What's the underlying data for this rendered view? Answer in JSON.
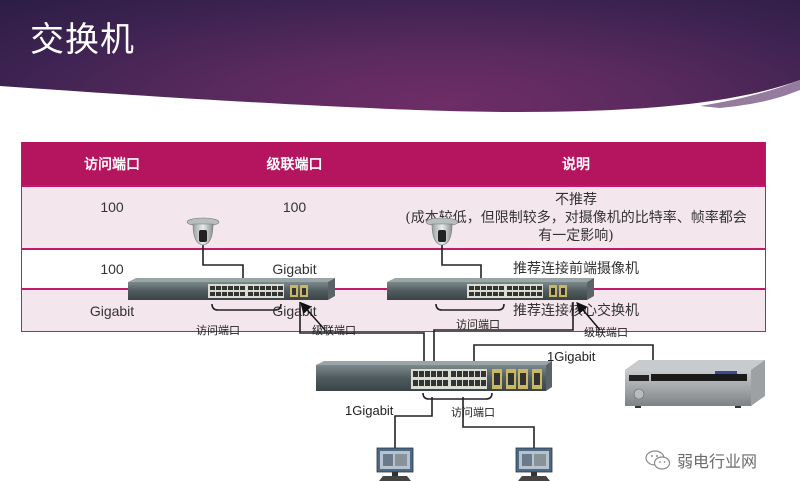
{
  "slide": {
    "title": "交换机"
  },
  "table": {
    "headers": [
      "访问端口",
      "级联端口",
      "说明"
    ],
    "rows": [
      {
        "access": "100",
        "cascade": "100",
        "desc_lines": [
          "不推荐",
          "(成本较低，但限制较多，对摄像机的比特率、帧率都会",
          "有一定影响)"
        ]
      },
      {
        "access": "100",
        "cascade": "Gigabit",
        "desc_lines": [
          "推荐连接前端摄像机"
        ]
      },
      {
        "access": "Gigabit",
        "cascade": "Gigabit",
        "desc_lines": [
          "推荐连接核心交换机"
        ]
      }
    ]
  },
  "diagram": {
    "labels": {
      "left_access": "访问端口",
      "left_cascade": "级联端口",
      "right_access": "访问端口",
      "right_cascade": "级联端口",
      "core_uplink": "1Gigabit",
      "core_downlink": "1Gigabit",
      "core_access": "访问端口"
    },
    "devices": {
      "camera": "camera",
      "switch": "access-switch",
      "core_switch": "core-switch",
      "recorder": "network-video-recorder",
      "client": "client-pc"
    }
  },
  "watermark": {
    "text": "弱电行业网"
  },
  "colors": {
    "banner": "#5a2a5e",
    "table_header": "#b5145f",
    "table_border": "#c2196b",
    "table_row_alt": "#f3e6ec"
  }
}
